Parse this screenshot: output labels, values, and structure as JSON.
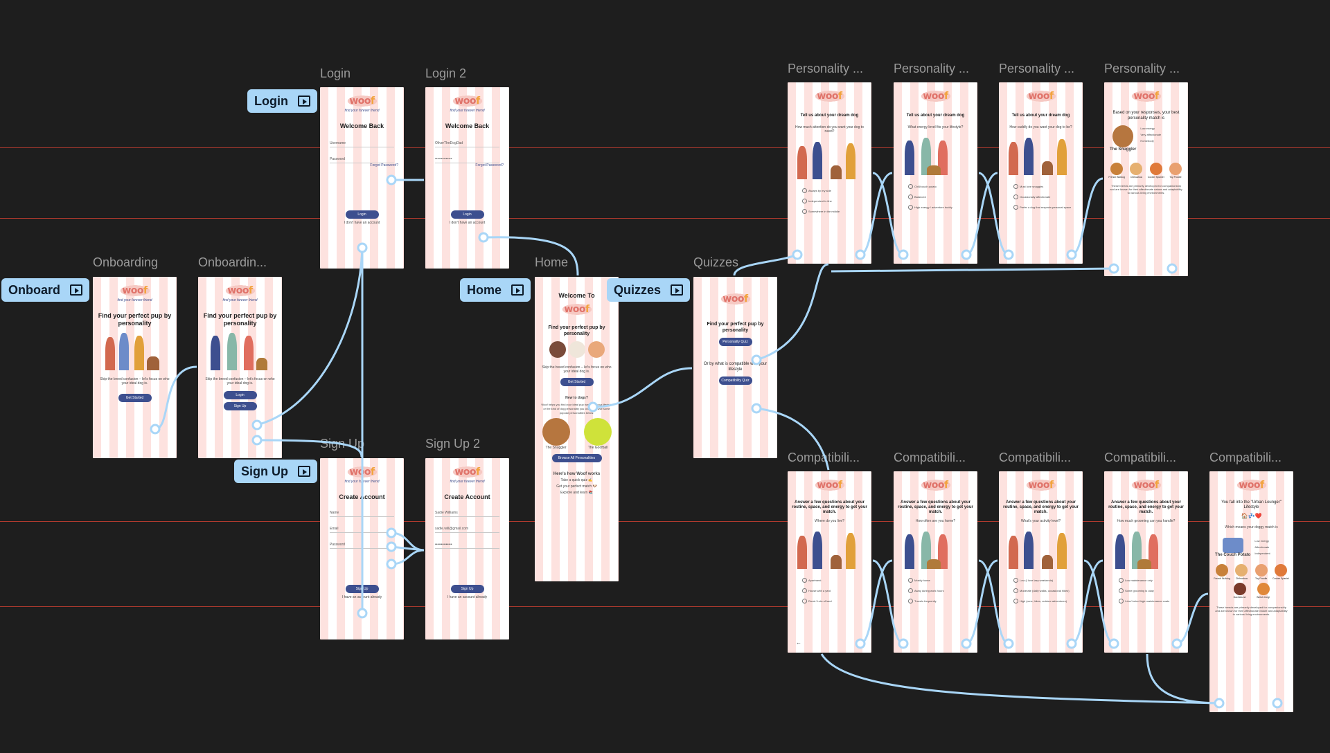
{
  "flow_tags": {
    "login": "Login",
    "onboard": "Onboard",
    "home": "Home",
    "quizzes": "Quizzes",
    "signup": "Sign Up"
  },
  "titles": {
    "login": "Login",
    "login2": "Login 2",
    "onboarding": "Onboarding",
    "onboarding2": "Onboardin...",
    "home": "Home",
    "quizzes": "Quizzes",
    "signup": "Sign Up",
    "signup2": "Sign Up 2",
    "p1": "Personality ...",
    "p2": "Personality ...",
    "p3": "Personality ...",
    "p4": "Personality ...",
    "c1": "Compatibili...",
    "c2": "Compatibili...",
    "c3": "Compatibili...",
    "c4": "Compatibili...",
    "c5": "Compatibili..."
  },
  "brand": {
    "logo_a": "woo",
    "logo_b": "f",
    "tagline": "find your furever friend"
  },
  "onboarding": {
    "headline": "Find your perfect pup by personality",
    "body": "Skip the breed confusion – let's focus on who your ideal dog is.",
    "cta": "Get Started",
    "login": "Login",
    "signup": "Sign Up"
  },
  "login": {
    "heading": "Welcome Back",
    "username": "Username",
    "password": "Password",
    "forgot": "Forgot Password?",
    "button": "Login",
    "switch": "I don't have an account"
  },
  "login2": {
    "username": "OliverTheDogDad",
    "password": "••••••••••••••"
  },
  "signup": {
    "heading": "Create Account",
    "name": "Name",
    "email": "Email",
    "password": "Password",
    "button": "Sign Up",
    "switch": "I have an account already"
  },
  "signup2": {
    "name": "Sadie Williams",
    "email": "sadie.will@gmail.com",
    "password": "••••••••••••••"
  },
  "home": {
    "welcome": "Welcome To",
    "headline": "Find your perfect pup by personality",
    "body": "Skip the breed confusion – let's focus on who your ideal dog is.",
    "cta": "Get Started",
    "new": "New to dogs?",
    "new_body": "Woof helps you find your ideal pup based on your lifestyle or the kind of dog personality you crave. Browse some popular personalities below.",
    "card1": "The Snuggler",
    "card2": "The Goofball",
    "browse": "Browse All Personalities",
    "how": "Here's how Woof works",
    "step1": "Take a quick quiz ✍️",
    "step2": "Get your perfect match 🐶",
    "step3": "Explore and learn 📚"
  },
  "quizzes": {
    "headline": "Find your perfect pup by personality",
    "pq": "Personality Quiz",
    "or": "Or by what is compatible with your lifestyle",
    "cq": "Compatibility Quiz"
  },
  "personality": {
    "heading": "Tell us about your dream dog",
    "q1": "How much attention do you want your dog to need?",
    "q1o": [
      "Always by my side",
      "Independent is fine",
      "Somewhere in the middle"
    ],
    "q2": "What energy level fits your lifestyle?",
    "q2o": [
      "Chill/couch potato",
      "Balanced",
      "High energy / adventure buddy"
    ],
    "q3": "How cuddly do you want your dog to be?",
    "q3o": [
      "Must love snuggles",
      "Occasionally affectionate",
      "Prefer a dog that respects personal space"
    ],
    "result_head": "Based on your responses, your best personality match is",
    "result_name": "The Snuggler",
    "traits": [
      "Low energy",
      "Very affectionate",
      "Homebody"
    ],
    "breeds": [
      "French Bulldog",
      "Chihuahua",
      "Cocker Spaniel",
      "Toy Poodle"
    ],
    "result_body": "These breeds are primarily developed for companionship and are known for their affectionate nature and adaptability to various living environments."
  },
  "compat": {
    "heading": "Answer a few questions about your routine, space, and energy to get your match.",
    "q1": "Where do you live?",
    "q1o": [
      "Apartment",
      "House with a yard",
      "Rural / Lots of land"
    ],
    "q2": "How often are you home?",
    "q2o": [
      "Mostly home",
      "Away during work hours",
      "Travels frequently"
    ],
    "q3": "What's your activity level?",
    "q3o": [
      "Low (I love lazy weekends)",
      "Moderate (daily walks, occasional hikes)",
      "High (runs, hikes, outdoor adventures)"
    ],
    "q4": "How much grooming can you handle?",
    "q4o": [
      "Low maintenance only",
      "Some grooming is okay",
      "I don't mind high-maintenance coats"
    ],
    "result_head": "You fall into the \"Urban Lounger\" Lifestyle",
    "emoji": "🏠💤❤️",
    "means": "Which means your doggy match is",
    "result_name": "The Couch Potato",
    "traits": [
      "Low energy",
      "Affectionate",
      "Independent"
    ],
    "breeds": [
      "French Bulldog",
      "Chihuahua",
      "Toy Poodle",
      "Cocker Spaniel",
      "Dachshund",
      "Welsh Corgi"
    ],
    "result_body": "These breeds are primarily developed for companionship and are known for their affectionate nature and adaptability to various living environments."
  },
  "colors": {
    "canvas": "#1e1e1e",
    "wire": "#a9d6f7",
    "button": "#3d4f8f",
    "stripe": "#fde2df",
    "guide": "#b03a2e"
  }
}
